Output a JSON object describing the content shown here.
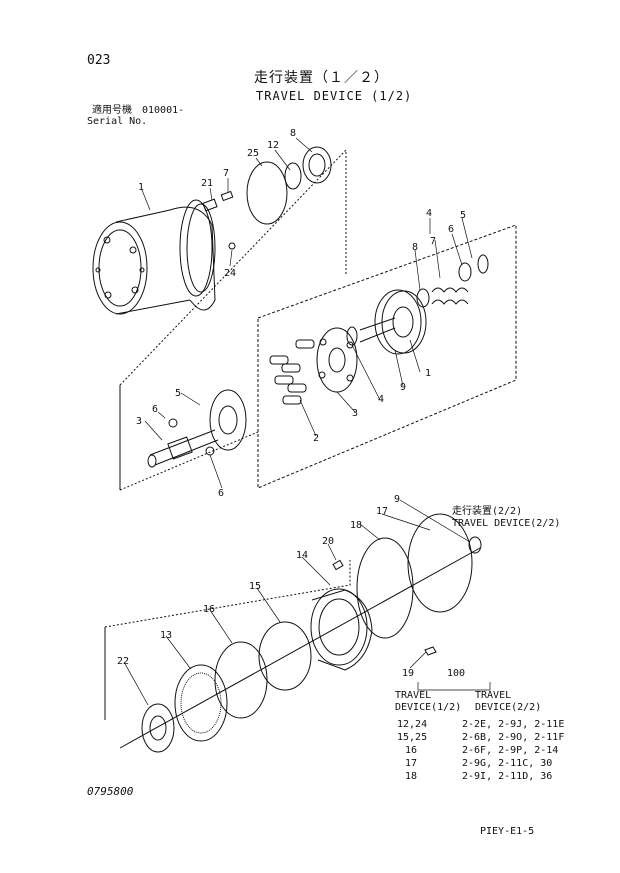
{
  "page_number": "023",
  "title_jp": "走行装置（１／２）",
  "title_en": "TRAVEL DEVICE (1/2)",
  "serial_label_jp": "適用号機　010001-",
  "serial_label_en": "Serial No.",
  "callouts": [
    "1",
    "21",
    "7",
    "25",
    "12",
    "8",
    "24",
    "4",
    "6",
    "5",
    "8",
    "7",
    "2",
    "3",
    "4",
    "9",
    "1",
    "5",
    "6",
    "3",
    "6",
    "9",
    "17",
    "18",
    "20",
    "14",
    "15",
    "16",
    "13",
    "22",
    "19"
  ],
  "reference": {
    "jp": "走行装置(2/2)",
    "en": "TRAVEL DEVICE(2/2)"
  },
  "table": {
    "group": "100",
    "col1": [
      "TRAVEL",
      "DEVICE(1/2)"
    ],
    "col2": [
      "TRAVEL",
      "DEVICE(2/2)"
    ],
    "rows": [
      {
        "a": "12,24",
        "b": "2-2E, 2-9J,  2-11E"
      },
      {
        "a": "15,25",
        "b": "2-6B, 2-9O,  2-11F"
      },
      {
        "a": "16",
        "b": "2-6F, 2-9P,  2-14"
      },
      {
        "a": "17",
        "b": "2-9G, 2-11C, 30"
      },
      {
        "a": "18",
        "b": "2-9I, 2-11D, 36"
      }
    ]
  },
  "drawing_number": "0795800",
  "page_code": "PIEY-E1-5"
}
